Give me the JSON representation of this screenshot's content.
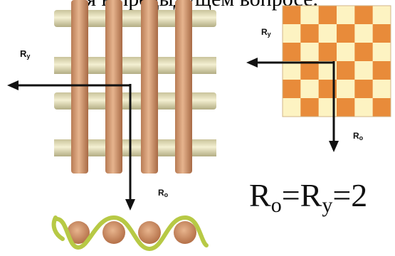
{
  "caption": "ся в предыдущем вопросе.",
  "labels": {
    "ry_left": {
      "main": "R",
      "sub": "y"
    },
    "ro_center": {
      "main": "R",
      "sub": "o"
    },
    "ry_right": {
      "main": "R",
      "sub": "y"
    },
    "ro_right": {
      "main": "R",
      "sub": "o"
    }
  },
  "formula": {
    "part1": "R",
    "sub1": "o",
    "part2": "=R",
    "sub2": "y",
    "part3": "=2"
  },
  "colors": {
    "warp": "#d9a074",
    "weft": "#e8e3b8",
    "checker_dark": "#e88b3a",
    "checker_light": "#fdf3c2",
    "wave": "#b9c949",
    "arrow": "#111111"
  },
  "checkerboard_pattern": [
    [
      1,
      0,
      1,
      0,
      1,
      0
    ],
    [
      0,
      1,
      0,
      1,
      0,
      1
    ],
    [
      1,
      0,
      1,
      0,
      1,
      0
    ],
    [
      0,
      1,
      0,
      1,
      0,
      1
    ],
    [
      1,
      0,
      1,
      0,
      1,
      0
    ],
    [
      0,
      1,
      0,
      1,
      0,
      1
    ]
  ]
}
